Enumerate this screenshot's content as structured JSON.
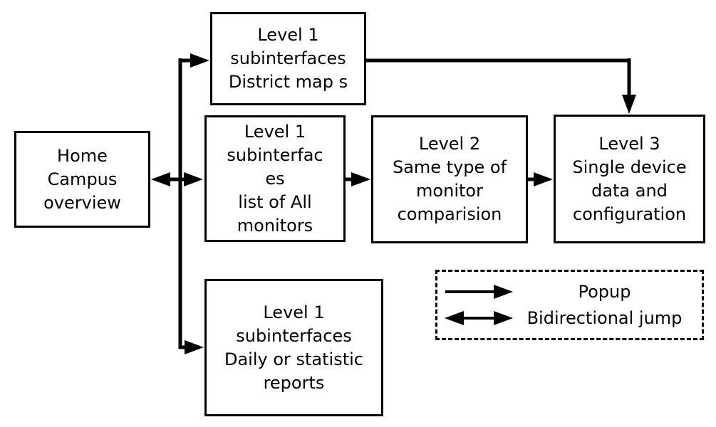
{
  "diagram": {
    "colors": {
      "ink": "#000000",
      "background": "#ffffff"
    },
    "nodes": {
      "home": {
        "label": "Home\nCampus\noverview"
      },
      "district_maps": {
        "label": "Level 1\nsubinterfaces\nDistrict map s"
      },
      "all_monitors": {
        "label": "Level 1\nsubinterfac\nes\nlist of All\nmonitors"
      },
      "level2": {
        "label": "Level 2\nSame type of\nmonitor\ncomparision"
      },
      "level3": {
        "label": "Level 3\nSingle device\ndata and\nconfiguration"
      },
      "reports": {
        "label": "Level 1\nsubinterfaces\nDaily or statistic\nreports"
      }
    },
    "edges": [
      {
        "from": "home",
        "to": "all_monitors",
        "type": "bidirectional"
      },
      {
        "from": "home",
        "to": "district_maps",
        "type": "popup"
      },
      {
        "from": "home",
        "to": "reports",
        "type": "popup"
      },
      {
        "from": "district_maps",
        "to": "level3",
        "type": "popup"
      },
      {
        "from": "all_monitors",
        "to": "level2",
        "type": "popup"
      },
      {
        "from": "level2",
        "to": "level3",
        "type": "popup"
      }
    ],
    "legend": {
      "items": [
        {
          "icon": "single-arrow-icon",
          "label": "Popup"
        },
        {
          "icon": "double-arrow-icon",
          "label": "Bidirectional jump"
        }
      ]
    }
  }
}
